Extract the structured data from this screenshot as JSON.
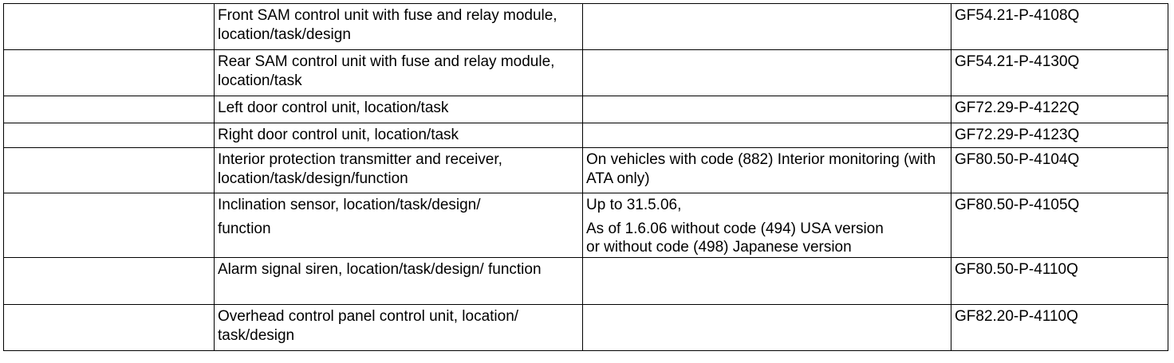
{
  "rows": [
    {
      "title": "Front SAM control unit with fuse and relay module, location/task/design",
      "note": "",
      "ref": "GF54.21-P-4108Q"
    },
    {
      "title": "Rear SAM control unit with fuse and relay module, location/task",
      "note": "",
      "ref": "GF54.21-P-4130Q"
    },
    {
      "title": "Left door control unit, location/task",
      "note": "",
      "ref": "GF72.29-P-4122Q"
    },
    {
      "title": "Right door control unit, location/task",
      "note": "",
      "ref": "GF72.29-P-4123Q"
    },
    {
      "title": "Interior protection transmitter and receiver, location/task/design/function",
      "note": "On vehicles with code (882) Interior monitoring (with ATA only)",
      "ref": "GF80.50-P-4104Q"
    },
    {
      "title_lines": [
        "Inclination sensor, location/task/design/",
        "function"
      ],
      "note_lines": [
        "Up to 31.5.06,",
        "As of 1.6.06 without code (494) USA version",
        "or without code (498) Japanese version"
      ],
      "ref": "GF80.50-P-4105Q"
    },
    {
      "title": "Alarm signal siren, location/task/design/ function",
      "note": "",
      "ref": "GF80.50-P-4110Q"
    },
    {
      "title": "Overhead control panel control unit, location/ task/design",
      "note": "",
      "ref": "GF82.20-P-4110Q"
    }
  ]
}
